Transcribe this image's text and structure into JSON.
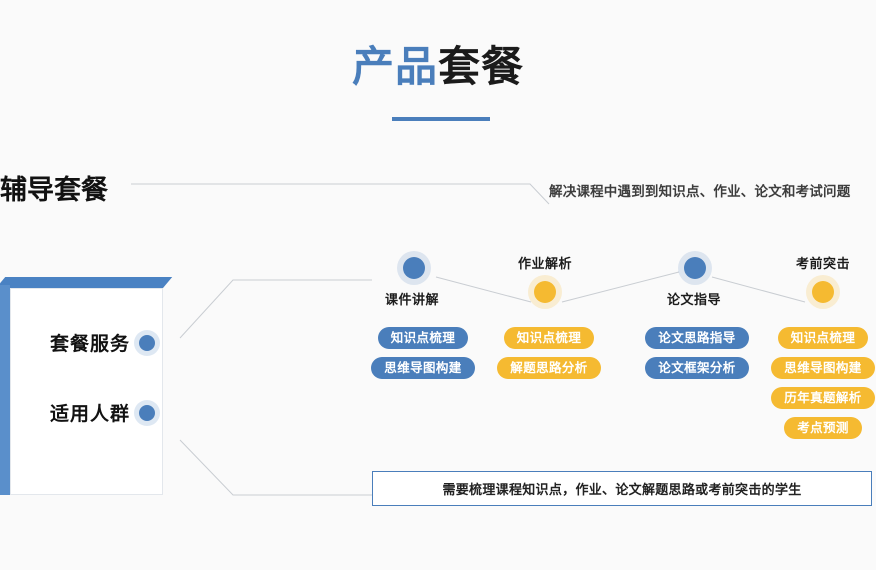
{
  "page": {
    "title_primary": "产品",
    "title_secondary": "套餐",
    "accent_blue": "#4a7ebb",
    "accent_orange": "#f5ba31",
    "background": "#fafafa"
  },
  "section": {
    "heading": "辅导套餐",
    "caption": "解决课程中遇到到知识点、作业、论文和考试问题"
  },
  "book": {
    "rows": [
      {
        "label": "套餐服务"
      },
      {
        "label": "适用人群"
      }
    ]
  },
  "timeline": {
    "nodes": [
      {
        "label": "课件讲解",
        "color": "blue",
        "label_position": "below"
      },
      {
        "label": "作业解析",
        "color": "orange",
        "label_position": "above"
      },
      {
        "label": "论文指导",
        "color": "blue",
        "label_position": "below"
      },
      {
        "label": "考前突击",
        "color": "orange",
        "label_position": "above"
      }
    ]
  },
  "tag_columns": [
    {
      "color": "blue",
      "tags": [
        "知识点梳理",
        "思维导图构建"
      ]
    },
    {
      "color": "orange",
      "tags": [
        "知识点梳理",
        "解题思路分析"
      ]
    },
    {
      "color": "blue",
      "tags": [
        "论文思路指导",
        "论文框架分析"
      ]
    },
    {
      "color": "orange",
      "tags": [
        "知识点梳理",
        "思维导图构建",
        "历年真题解析",
        "考点预测"
      ]
    }
  ],
  "audience": {
    "text": "需要梳理课程知识点，作业、论文解题思路或考前突击的学生"
  }
}
